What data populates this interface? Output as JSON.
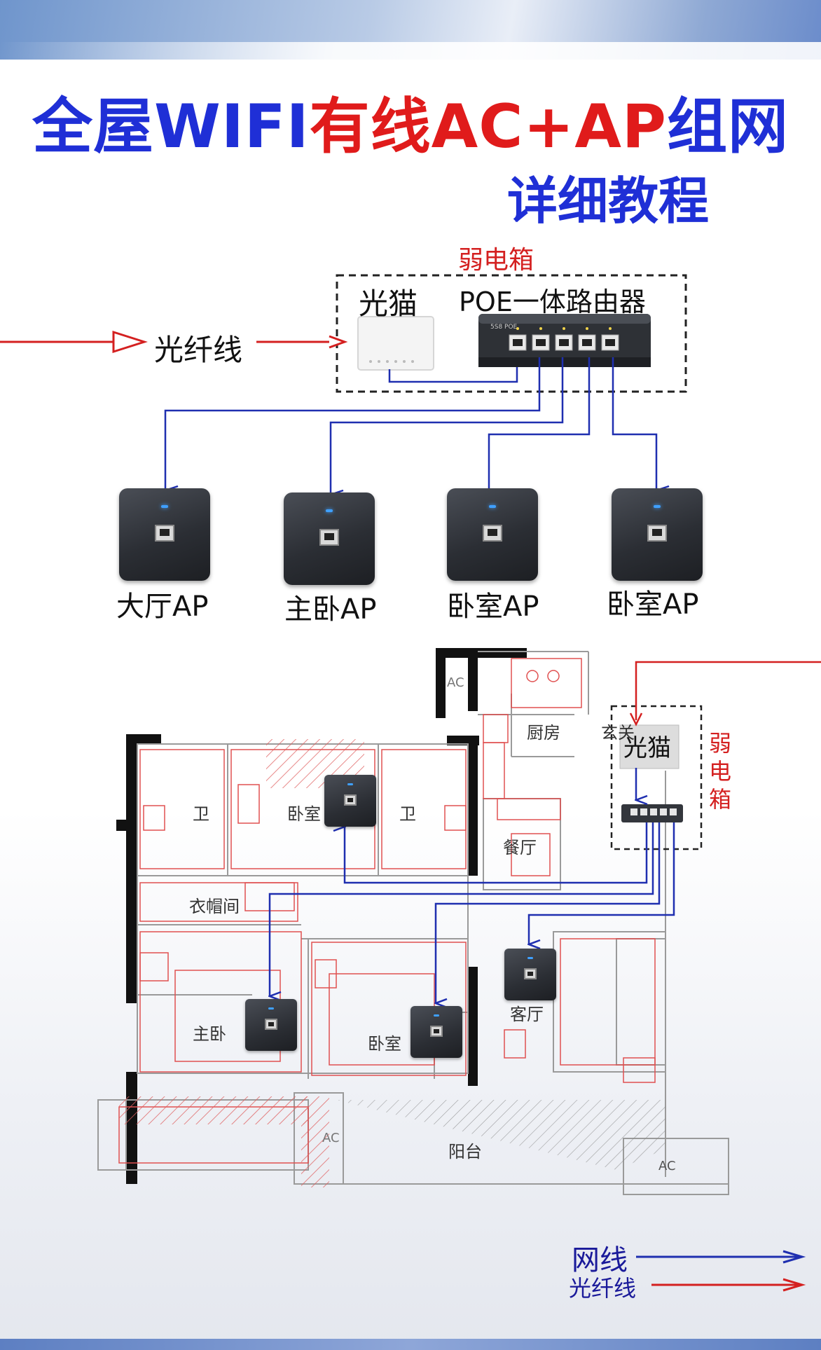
{
  "title": {
    "part1": "全屋WIFI",
    "part2": "有线AC+AP",
    "part3": "组网"
  },
  "subtitle": "详细教程",
  "top_diagram": {
    "cabinet_label": "弱电箱",
    "modem_label": "光猫",
    "router_label": "POE一体路由器",
    "router_model_text": "5S8 POE",
    "fiber_label": "光纤线",
    "aps": [
      {
        "label": "大厅AP"
      },
      {
        "label": "主卧AP"
      },
      {
        "label": "卧室AP"
      },
      {
        "label": "卧室AP"
      }
    ]
  },
  "floor_plan": {
    "cabinet_label": [
      "弱",
      "电",
      "箱"
    ],
    "modem_label": "光猫",
    "rooms": {
      "kitchen": "厨房",
      "entry": "玄关",
      "bath1": "卫",
      "bath2": "卫",
      "bedroom_top": "卧室",
      "dining": "餐厅",
      "closet": "衣帽间",
      "master": "主卧",
      "bedroom_bottom": "卧室",
      "living": "客厅",
      "balcony": "阳台",
      "ac1": "AC",
      "ac2": "AC",
      "ac3": "AC"
    }
  },
  "legend": {
    "network_cable": "网线",
    "fiber": "光纤线"
  },
  "colors": {
    "title_blue": "#1f2fd6",
    "title_red": "#e01b1b",
    "network_line": "#1f2fb0",
    "fiber_line": "#d42020",
    "floorplan_line": "#e05050"
  }
}
